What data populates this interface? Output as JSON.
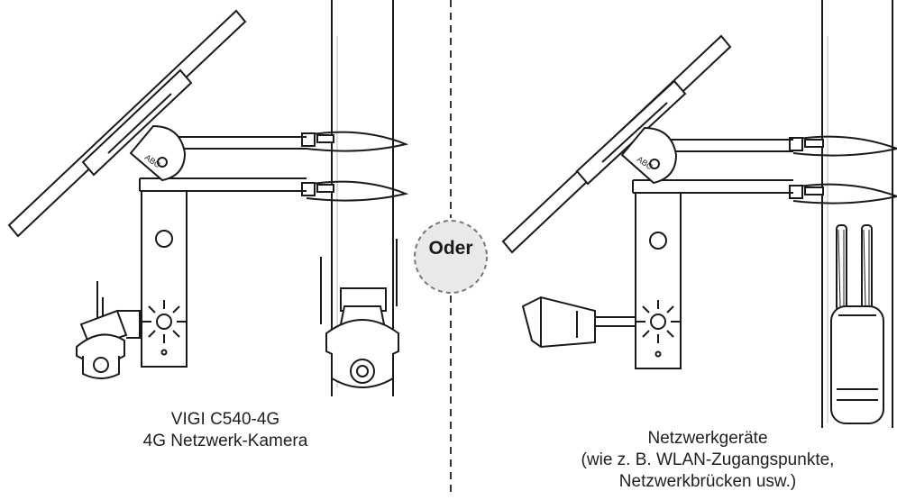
{
  "left_caption": {
    "line1": "VIGI C540-4G",
    "line2": "4G Netzwerk-Kamera"
  },
  "separator": {
    "label": "Oder"
  },
  "right_caption": {
    "line1": "Netzwerkgeräte",
    "line2": "(wie z. B. WLAN-Zugangspunkte,",
    "line3": "Netzwerkbrücken usw.)"
  },
  "colors": {
    "line": "#1a1a1a",
    "background": "#ffffff",
    "badge_fill": "#e9e9e9",
    "badge_border": "#777777"
  }
}
